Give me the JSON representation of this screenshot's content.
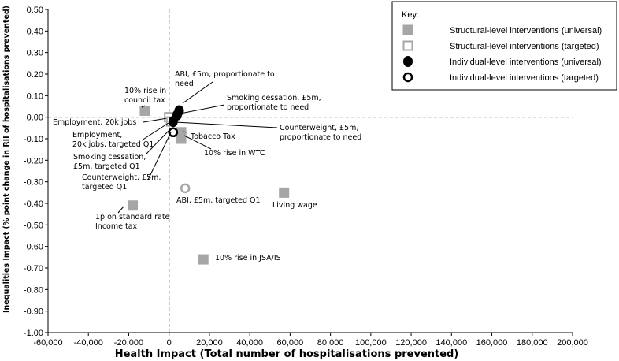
{
  "chart_data": {
    "type": "scatter",
    "xlabel": "Health Impact (Total number of  hospitalisations prevented)",
    "ylabel": "Inequalities Impact (% point change in RII of hospitalisations prevented)",
    "xlim": [
      -60000,
      200000
    ],
    "ylim": [
      -1.0,
      0.5
    ],
    "x_ticks": [
      "-60,000",
      "-40,000",
      "-20,000",
      "0",
      "20,000",
      "40,000",
      "60,000",
      "80,000",
      "100,000",
      "120,000",
      "140,000",
      "160,000",
      "180,000",
      "200,000"
    ],
    "y_ticks": [
      "0.50",
      "0.40",
      "0.30",
      "0.20",
      "0.10",
      "0.00",
      "-0.10",
      "-0.20",
      "-0.30",
      "-0.40",
      "-0.50",
      "-0.60",
      "-0.70",
      "-0.80",
      "-0.90",
      "-1.00"
    ],
    "grid": false,
    "reference_lines": [
      "x=0",
      "y=0"
    ],
    "legend": {
      "title": "Key:",
      "position": "top-right",
      "entries": [
        "Structural-level interventions (universal)",
        "Structural-level interventions (targeted)",
        "Individual-level interventions (universal)",
        "Individual-level interventions (targeted)"
      ]
    },
    "series": [
      {
        "name": "Structural-level interventions (universal)",
        "marker": "filled-square",
        "color": "#a6a6a6",
        "points": [
          {
            "x": -12000,
            "y": 0.03,
            "label": "10% rise in\ncouncil tax"
          },
          {
            "x": 6000,
            "y": -0.07,
            "label": "Tobacco Tax"
          },
          {
            "x": 6000,
            "y": -0.1,
            "label": "10% rise in WTC"
          },
          {
            "x": -18000,
            "y": -0.41,
            "label": "1p on standard rate\nIncome tax"
          },
          {
            "x": 57000,
            "y": -0.35,
            "label": "Living wage"
          },
          {
            "x": 17000,
            "y": -0.66,
            "label": "10% rise in JSA/IS"
          }
        ]
      },
      {
        "name": "Structural-level interventions (targeted)",
        "marker": "hollow-square",
        "color": "#a6a6a6",
        "points": [
          {
            "x": 0,
            "y": 0.0,
            "label": "Employment, 20k jobs"
          },
          {
            "x": 1000,
            "y": -0.02,
            "label": "Employment,\n20k jobs, targeted Q1"
          }
        ]
      },
      {
        "name": "Individual-level interventions (universal)",
        "marker": "filled-circle",
        "color": "#000000",
        "points": [
          {
            "x": 5000,
            "y": 0.03,
            "label": "ABI, £5m, proportionate to\nneed"
          },
          {
            "x": 4000,
            "y": 0.01,
            "label": "Smoking cessation, £5m,\nproportionate to need"
          },
          {
            "x": 2000,
            "y": -0.02,
            "label": "Counterweight, £5m,\nproportionate to need"
          }
        ]
      },
      {
        "name": "Individual-level interventions (targeted)",
        "marker": "hollow-circle",
        "color": "#000000",
        "points": [
          {
            "x": 2000,
            "y": -0.07,
            "label": "Smoking cessation,\n£5m, targeted Q1"
          },
          {
            "x": 2000,
            "y": -0.07,
            "label": "Counterweight, £5m,\ntargeted Q1"
          },
          {
            "x": 8000,
            "y": -0.33,
            "label": "ABI, £5m, targeted Q1",
            "color": "#a6a6a6"
          }
        ]
      }
    ]
  }
}
